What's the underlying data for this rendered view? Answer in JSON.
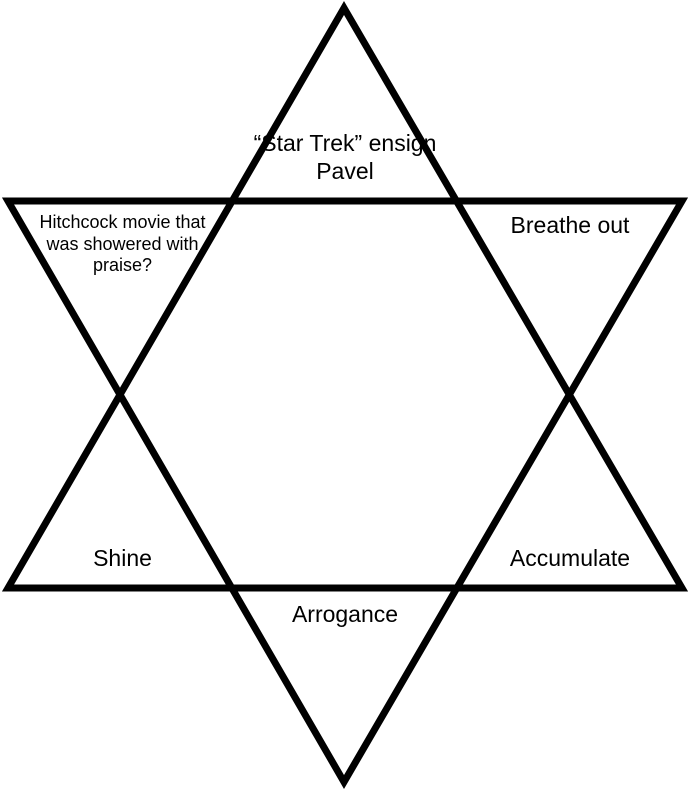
{
  "clues": {
    "top": "“Star Trek” ensign Pavel",
    "top_left": "Hitchcock movie that was showered with praise?",
    "top_right": "Breathe out",
    "bottom_left": "Shine",
    "bottom_right": "Accumulate",
    "bottom": "Arrogance"
  },
  "colors": {
    "stroke": "#000000",
    "background": "#ffffff"
  }
}
